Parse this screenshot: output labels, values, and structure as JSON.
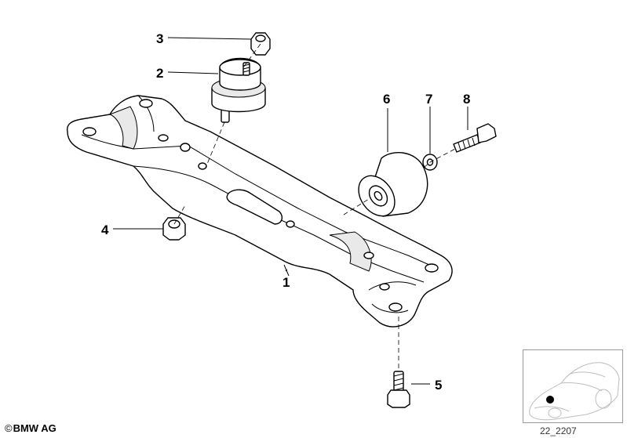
{
  "callouts": [
    {
      "id": "1",
      "label": "1"
    },
    {
      "id": "2",
      "label": "2"
    },
    {
      "id": "3",
      "label": "3"
    },
    {
      "id": "4",
      "label": "4"
    },
    {
      "id": "5",
      "label": "5"
    },
    {
      "id": "6",
      "label": "6"
    },
    {
      "id": "7",
      "label": "7"
    },
    {
      "id": "8",
      "label": "8"
    }
  ],
  "footer": {
    "copyright_symbol": "©",
    "copyright": "BMW AG",
    "diagram_code": "22_2207"
  }
}
